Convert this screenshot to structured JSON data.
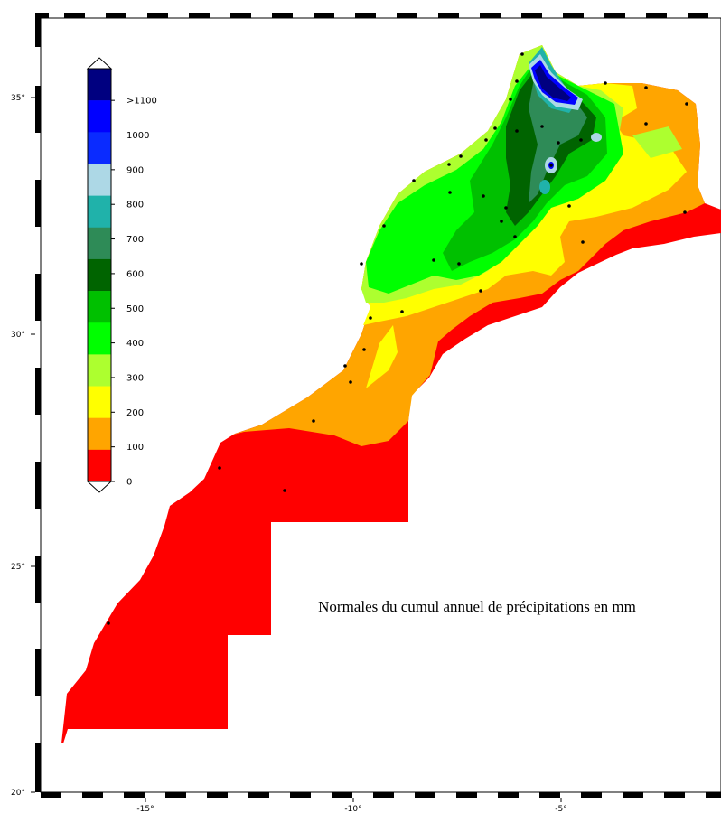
{
  "map": {
    "title": "Normales du cumul annuel de précipitations en mm",
    "lon_labels": [
      "-15°",
      "-10°",
      "-5°"
    ],
    "lat_labels": [
      "35°",
      "30°",
      "25°",
      "20°"
    ]
  },
  "legend": {
    "labels": [
      ">1100",
      "1000",
      "900",
      "800",
      "700",
      "600",
      "500",
      "400",
      "300",
      "200",
      "100",
      "0"
    ],
    "colors": [
      "#000080",
      "#0000ff",
      "#0a2bff",
      "#add8e6",
      "#20b2aa",
      "#2e8b57",
      "#006400",
      "#00c000",
      "#00ff00",
      "#adff2f",
      "#ffff00",
      "#ffa500",
      "#ff0000"
    ]
  }
}
